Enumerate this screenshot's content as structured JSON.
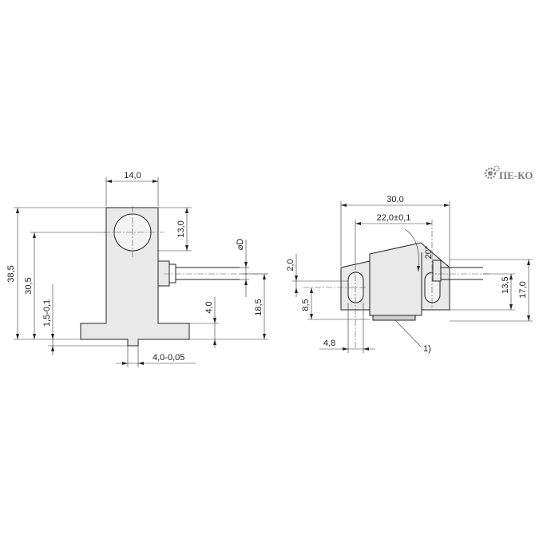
{
  "logo": {
    "text": "ПЕ-КО",
    "icon": "gear-icon",
    "color": "#7a7a7a"
  },
  "front_view": {
    "dims": {
      "width_top": "14,0",
      "hole_height": "13,0",
      "diameter": "⌀D",
      "total_height": "38,5",
      "axis_height": "30,5",
      "base_thickness": "1,5-0,1",
      "cable_height": "18,5",
      "step_height": "4,0",
      "slot_width": "4,0-0,05"
    }
  },
  "side_view": {
    "dims": {
      "total_width": "30,0",
      "hole_spacing": "22,0±0,1",
      "angle": "20°",
      "top_offset": "2,0",
      "hole_height": "8,5",
      "slot_width": "4,8",
      "cable_height": "13,5",
      "total_height": "17,0",
      "note": "1)"
    }
  }
}
